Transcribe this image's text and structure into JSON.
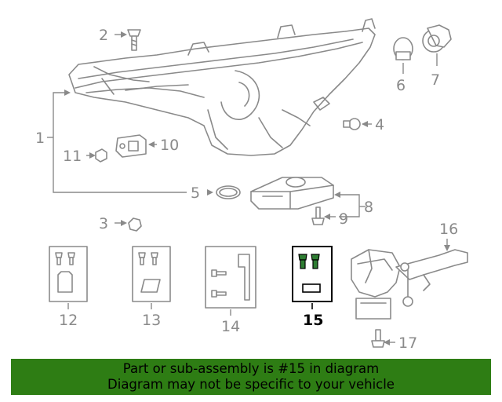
{
  "diagram": {
    "callouts": [
      "1",
      "2",
      "3",
      "4",
      "5",
      "6",
      "7",
      "8",
      "9",
      "10",
      "11",
      "12",
      "13",
      "14",
      "15",
      "16",
      "17"
    ],
    "highlighted_callout": "15",
    "highlight_color": "#2e7d32"
  },
  "banner": {
    "line1": "Part or sub-assembly is #15 in diagram",
    "line2": "Diagram may not be specific to your vehicle",
    "background": "#2e7d14"
  }
}
